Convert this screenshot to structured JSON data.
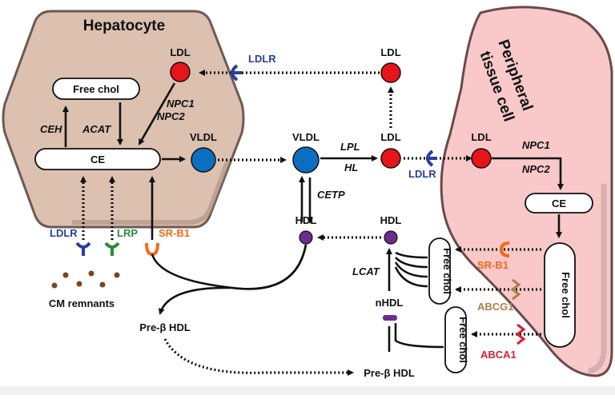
{
  "hepatocyte": {
    "title": "Hepatocyte",
    "free_chol": "Free chol",
    "ce": "CE",
    "ldl": "LDL",
    "vldl": "VLDL",
    "ceh": "CEH",
    "acat": "ACAT",
    "npc1": "NPC1",
    "npc2": "NPC2",
    "ldlr": "LDLR",
    "lrp": "LRP",
    "srb1": "SR-B1"
  },
  "plasma": {
    "ldl_top": "LDL",
    "ldlr_top": "LDLR",
    "vldl": "VLDL",
    "ldl_mid": "LDL",
    "lpl": "LPL",
    "hl": "HL",
    "cetp": "CETP",
    "hdl_left": "HDL",
    "hdl_right": "HDL",
    "lcat": "LCAT",
    "nhdl": "nHDL",
    "free_chol_1": "Free chol",
    "free_chol_2": "Free chol",
    "prebeta_1": "Pre-β HDL",
    "prebeta_2": "Pre-β HDL",
    "cm_remnants": "CM remnants"
  },
  "peripheral": {
    "title_line1": "Peripheral",
    "title_line2": "tissue cell",
    "ldl": "LDL",
    "ldlr": "LDLR",
    "npc1": "NPC1",
    "npc2": "NPC2",
    "ce": "CE",
    "free_chol": "Free chol",
    "srb1": "SR-B1",
    "abcg1": "ABCG1",
    "abca1": "ABCA1"
  },
  "colors": {
    "hepatocyte_fill": "#dcc0b0",
    "hepatocyte_stroke": "#6d5a52",
    "peripheral_fill": "#f9c8c8",
    "peripheral_stroke": "#6b4a4a",
    "ldl": "#e8141b",
    "vldl": "#0a6fc0",
    "hdl": "#6a2c8e",
    "ldlr": "#2a3f9c",
    "lrp": "#2b8a3a",
    "srb1": "#f26a1b",
    "abcg1": "#b07d4a",
    "abca1": "#d81e3a",
    "cm_remnant": "#7a4520"
  }
}
